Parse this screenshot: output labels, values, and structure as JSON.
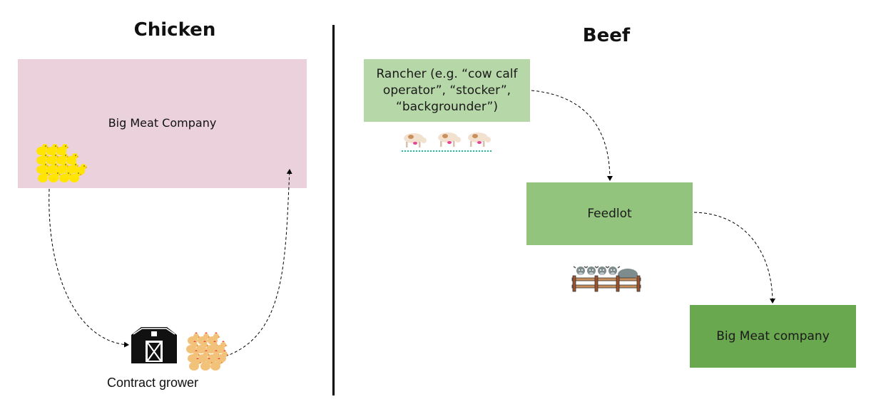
{
  "chicken": {
    "title": "Chicken",
    "company_label": "Big Meat Company",
    "grower_label": "Contract grower"
  },
  "beef": {
    "title": "Beef",
    "rancher_label": "Rancher (e.g. “cow calf operator”, “stocker”, “backgrounder”)",
    "feedlot_label": "Feedlot",
    "company_label": "Big Meat company"
  },
  "colors": {
    "company_pink": "#ead1dc",
    "rancher_green": "#b6d7a8",
    "feedlot_green": "#93c47d",
    "bigmeat_green": "#6aa84f",
    "chick_yellow": "#ffe500",
    "adult_chicken_tan": "#f2c27a",
    "barn_black": "#111111"
  },
  "icons": [
    "chick-flock-icon",
    "barn-icon",
    "grown-chicken-flock-icon",
    "grazing-cattle-icon",
    "feedlot-cattle-icon"
  ]
}
